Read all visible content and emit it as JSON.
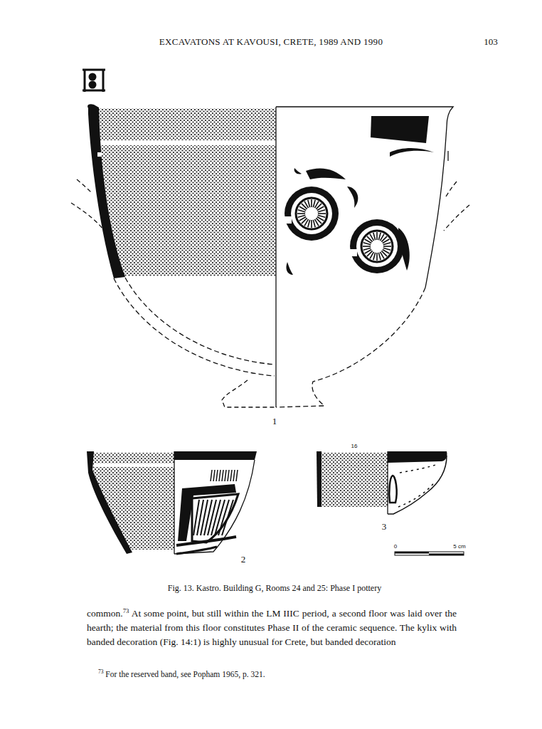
{
  "diagram": {
    "title": "EXCAVATONS AT KAVOUSI, CRETE, 1989 AND 1990",
    "caption": "Fig. 13. Kastro. Building G, Rooms 24 and 25: Phase I pottery",
    "labels": [
      "103",
      "1",
      "2",
      "3",
      "16",
      "0",
      "5 cm",
      "common.",
      "73",
      "At some point, but still within the LM IIIC period, a second floor was laid over the hearth; the material from this floor constitutes Phase II of the ceramic sequence. The kylix with banded decoration (Fig. 14:1) is highly unusual for Crete, but banded decoration",
      "73",
      "For the reserved band, see Popham 1965, p. 321."
    ]
  }
}
